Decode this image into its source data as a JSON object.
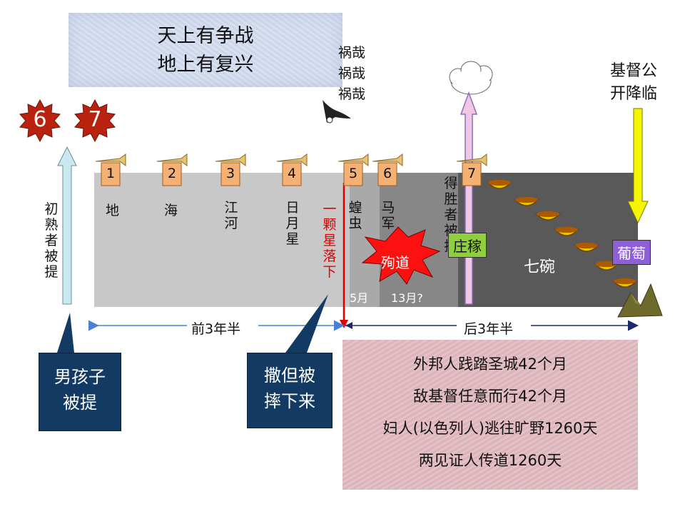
{
  "banner": {
    "line1": "天上有争战",
    "line2": "地上有复兴"
  },
  "woe": [
    "祸哉",
    "祸哉",
    "祸哉"
  ],
  "top_right": {
    "line1": "基督公",
    "line2": "开降临"
  },
  "seals": [
    "6",
    "7"
  ],
  "trumpets": [
    "1",
    "2",
    "3",
    "4",
    "5",
    "6",
    "7"
  ],
  "trumpet_labels": [
    "地",
    "海",
    "江河",
    "日月星",
    "蝗虫",
    "马军"
  ],
  "star_fall": "一颗星落下",
  "firstfruits": "初熟者被提",
  "overcomers": "得胜者被提",
  "harvest": "庄稼",
  "grapes": "葡萄",
  "martyr": "殉道",
  "bowls": "七碗",
  "months": {
    "five": "5月",
    "thirteen": "13月?"
  },
  "half_first": "前3年半",
  "half_second": "后3年半",
  "callout_boy": {
    "line1": "男孩子",
    "line2": "被提"
  },
  "callout_satan": {
    "line1": "撒但被",
    "line2": "摔下来"
  },
  "events": [
    "外邦人践踏圣城42个月",
    "敌基督任意而行42个月",
    "妇人(以色列人)逃往旷野1260天",
    "两见证人传道1260天"
  ],
  "colors": {
    "gray_band": "#c8c8c8",
    "dark_band": "#595959",
    "callout": "#123a62",
    "seal": "#b8220f",
    "harvest": "#8fce3c",
    "grapes": "#8e5fd6",
    "red_line": "#e00000",
    "yellow": "#f5f500"
  }
}
